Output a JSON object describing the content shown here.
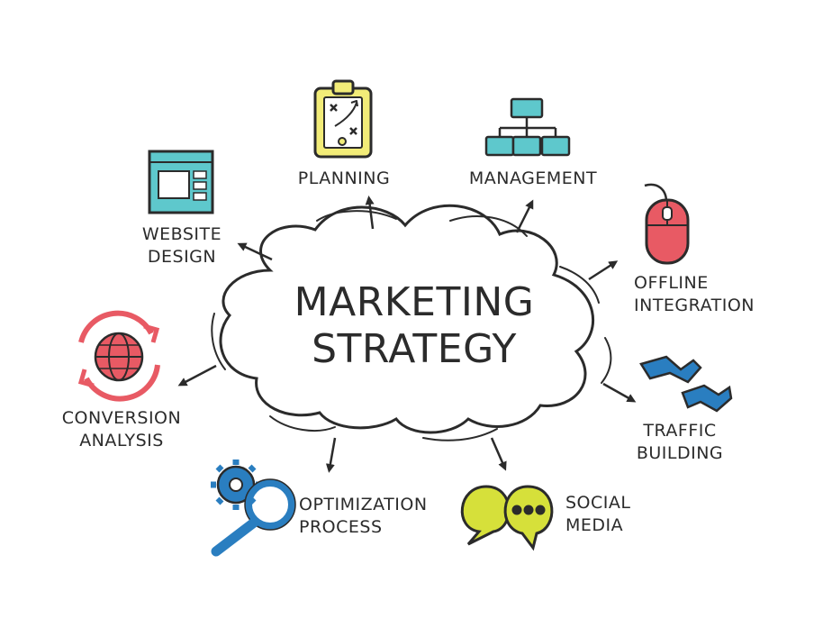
{
  "center": {
    "line1": "MARKETING",
    "line2": "STRATEGY"
  },
  "topics": {
    "planning": {
      "line1": "PLANNING"
    },
    "management": {
      "line1": "MANAGEMENT"
    },
    "website_design": {
      "line1": "WEBSITE",
      "line2": "DESIGN"
    },
    "offline_integration": {
      "line1": "OFFLINE",
      "line2": "INTEGRATION"
    },
    "conversion_analysis": {
      "line1": "CONVERSION",
      "line2": "ANALYSIS"
    },
    "traffic_building": {
      "line1": "TRAFFIC",
      "line2": "BUILDING"
    },
    "optimization_process": {
      "line1": "OPTIMIZATION",
      "line2": "PROCESS"
    },
    "social_media": {
      "line1": "SOCIAL",
      "line2": "MEDIA"
    }
  },
  "colors": {
    "outline": "#2b2b2b",
    "teal": "#5ec8cc",
    "yellow": "#f2ec78",
    "red": "#e85a64",
    "blue": "#2a7ec0",
    "lime": "#d6e03a"
  },
  "icons": {
    "planning": "clipboard-icon",
    "management": "org-chart-icon",
    "website_design": "browser-window-icon",
    "offline_integration": "computer-mouse-icon",
    "conversion_analysis": "globe-cycle-icon",
    "traffic_building": "traffic-arrows-icon",
    "optimization_process": "gear-magnifier-icon",
    "social_media": "speech-bubbles-icon"
  }
}
